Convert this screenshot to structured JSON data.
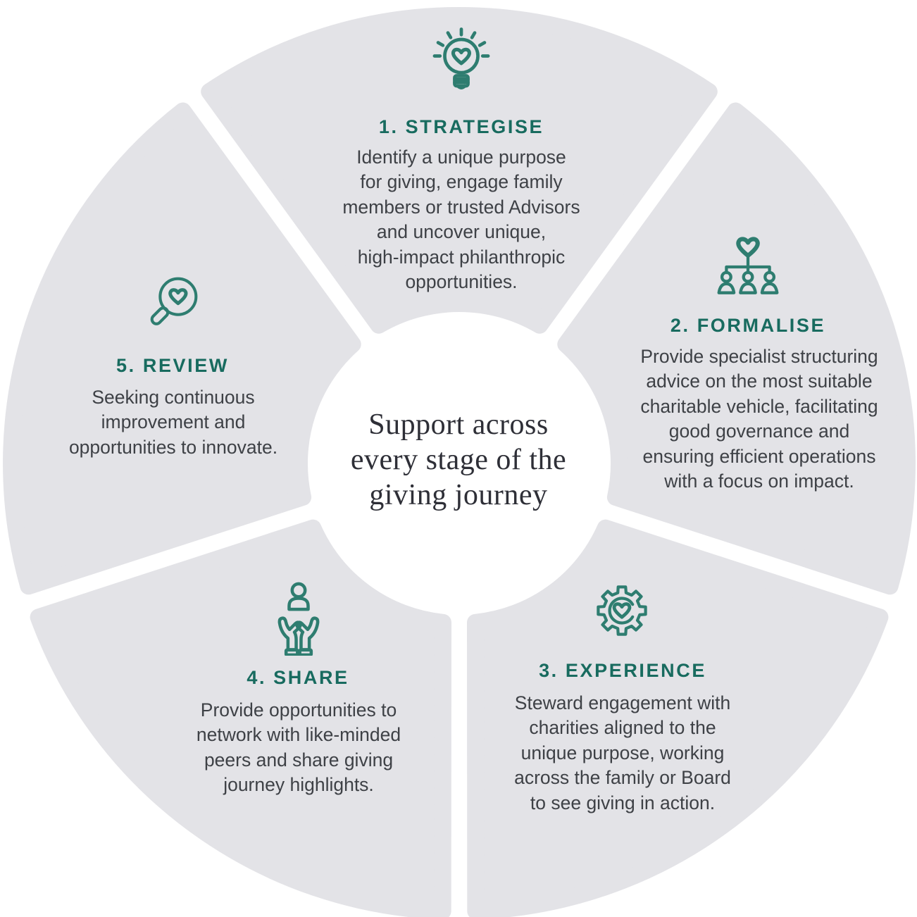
{
  "title": "Support across every stage of the giving journey",
  "colors": {
    "background": "#ffffff",
    "segment_fill": "#e3e3e7",
    "accent_teal": "#186b5f",
    "icon_teal": "#2e7d70",
    "body_text": "#3e4146",
    "center_text": "#2e2f37"
  },
  "center": {
    "lines": [
      "Support across",
      "every stage of the",
      "giving journey"
    ]
  },
  "stages": [
    {
      "label": "1. STRATEGISE",
      "icon": "lightbulb-heart-icon",
      "lines": [
        "Identify a unique purpose",
        "for giving, engage family",
        "members or trusted Advisors",
        "and uncover unique,",
        "high-impact philanthropic",
        "opportunities."
      ]
    },
    {
      "label": "2. FORMALISE",
      "icon": "heart-family-tree-icon",
      "lines": [
        "Provide specialist structuring",
        "advice on the most suitable",
        "charitable vehicle, facilitating",
        "good governance and",
        "ensuring efficient operations",
        "with a focus on impact."
      ]
    },
    {
      "label": "3. EXPERIENCE",
      "icon": "gear-heart-icon",
      "lines": [
        "Steward engagement with",
        "charities aligned to the",
        "unique purpose, working",
        "across the family or Board",
        "to see giving in action."
      ]
    },
    {
      "label": "4. SHARE",
      "icon": "hands-holding-person-icon",
      "lines": [
        "Provide opportunities to",
        "network with like-minded",
        "peers and share giving",
        "journey highlights."
      ]
    },
    {
      "label": "5. REVIEW",
      "icon": "magnifier-heart-icon",
      "lines": [
        "Seeking continuous",
        "improvement and",
        "opportunities to innovate."
      ]
    }
  ]
}
